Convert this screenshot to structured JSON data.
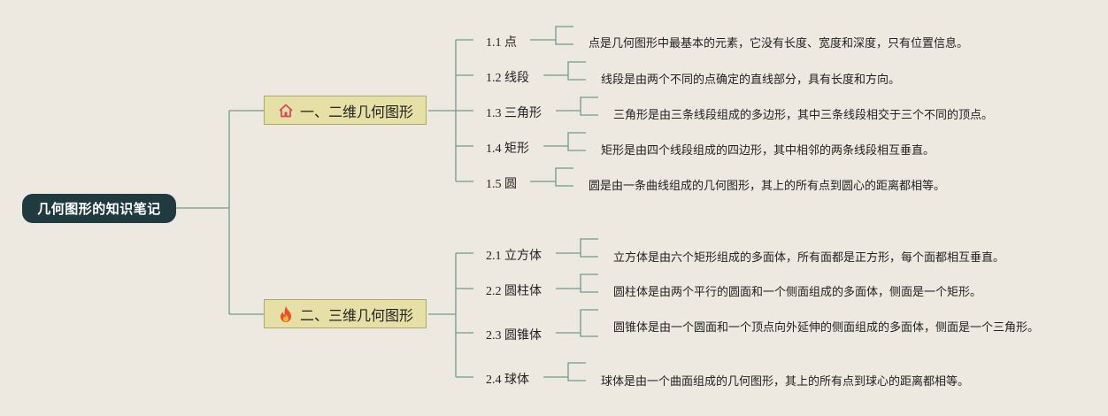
{
  "root": {
    "title": "几何图形的知识笔记"
  },
  "colors": {
    "line": "#6f9c8c",
    "root_bg": "#1f3b3f",
    "branch_bg": "#e6e0a6",
    "background": "#ede9e1"
  },
  "branches": [
    {
      "icon": "house-icon",
      "label": "一、二维几何图形",
      "topics": [
        {
          "label": "1.1 点",
          "desc": "点是几何图形中最基本的元素，它没有长度、宽度和深度，只有位置信息。"
        },
        {
          "label": "1.2 线段",
          "desc": "线段是由两个不同的点确定的直线部分，具有长度和方向。"
        },
        {
          "label": "1.3 三角形",
          "desc": "三角形是由三条线段组成的多边形，其中三条线段相交于三个不同的顶点。"
        },
        {
          "label": "1.4 矩形",
          "desc": "矩形是由四个线段组成的四边形，其中相邻的两条线段相互垂直。"
        },
        {
          "label": "1.5 圆",
          "desc": "圆是由一条曲线组成的几何图形，其上的所有点到圆心的距离都相等。"
        }
      ]
    },
    {
      "icon": "fire-icon",
      "label": "二、三维几何图形",
      "topics": [
        {
          "label": "2.1 立方体",
          "desc": "立方体是由六个矩形组成的多面体，所有面都是正方形，每个面都相互垂直。"
        },
        {
          "label": "2.2 圆柱体",
          "desc": "圆柱体是由两个平行的圆面和一个侧面组成的多面体，侧面是一个矩形。"
        },
        {
          "label": "2.3 圆锥体",
          "desc": "圆锥体是由一个圆面和一个顶点向外延伸的侧面组成的多面体，侧面是一个三角形。"
        },
        {
          "label": "2.4 球体",
          "desc": "球体是由一个曲面组成的几何图形，其上的所有点到球心的距离都相等。"
        }
      ]
    }
  ]
}
